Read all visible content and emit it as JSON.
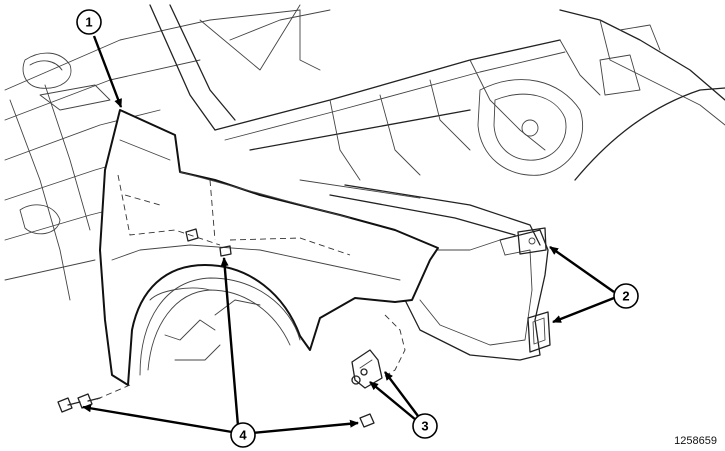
{
  "callouts": [
    {
      "id": "1",
      "label": "1"
    },
    {
      "id": "2",
      "label": "2"
    },
    {
      "id": "3",
      "label": "3"
    },
    {
      "id": "4",
      "label": "4"
    }
  ],
  "figure_number": "1258659"
}
